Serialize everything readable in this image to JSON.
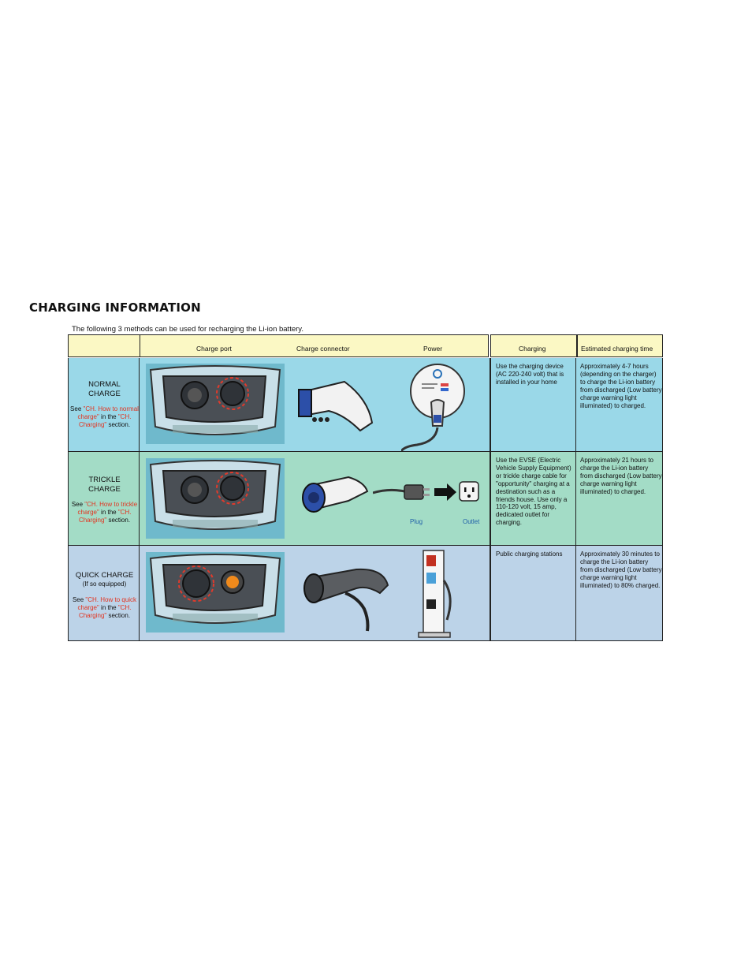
{
  "title": "CHARGING INFORMATION",
  "intro": "The following 3 methods can be used for recharging the Li-ion battery.",
  "headers": {
    "charge_port": "Charge port",
    "charge_connector": "Charge connector",
    "power": "Power",
    "charging": "Charging",
    "time": "Estimated charging time"
  },
  "rows": [
    {
      "name_line1": "NORMAL",
      "name_line2": "CHARGE",
      "note": "",
      "ref_see": "See ",
      "ref_link": "\"CH. How to normal charge\"",
      "ref_in": " in the ",
      "ref_section": "\"CH. Charging\"",
      "ref_end": " section.",
      "charging": "Use the charging device (AC 220-240 volt) that is installed in your home",
      "time": "Approximately 4-7 hours (depending on the charger) to charge the Li-ion battery from discharged (Low battery charge warning light illuminated) to charged.",
      "bg": "#9ad8e8"
    },
    {
      "name_line1": "TRICKLE",
      "name_line2": "CHARGE",
      "note": "",
      "ref_see": "See ",
      "ref_link": "\"CH. How to trickle charge\"",
      "ref_in": " in the ",
      "ref_section": "\"CH. Charging\"",
      "ref_end": " section.",
      "charging": "Use the EVSE (Electric Vehicle Supply Equipment) or trickle charge cable for \"opportunity\" charging at a destination such as a friends house. Use only a 110-120 volt, 15 amp, dedicated outlet for charging.",
      "time": "Approximately 21 hours to charge the Li-ion battery from discharged (Low battery charge warning light illuminated) to charged.",
      "plug_label": "Plug",
      "outlet_label": "Outlet",
      "bg": "#a3dcc6"
    },
    {
      "name_line1": "QUICK CHARGE",
      "name_line2": "",
      "note": "(If so equipped)",
      "ref_see": "See ",
      "ref_link": "\"CH. How to quick charge\"",
      "ref_in": " in the ",
      "ref_section": "\"CH. Charging\"",
      "ref_end": " section.",
      "charging": "Public charging stations",
      "time": "Approximately 30 minutes to charge the Li-ion battery from discharged (Low battery charge warning light illuminated) to 80% charged.",
      "bg": "#bcd3e8"
    }
  ]
}
